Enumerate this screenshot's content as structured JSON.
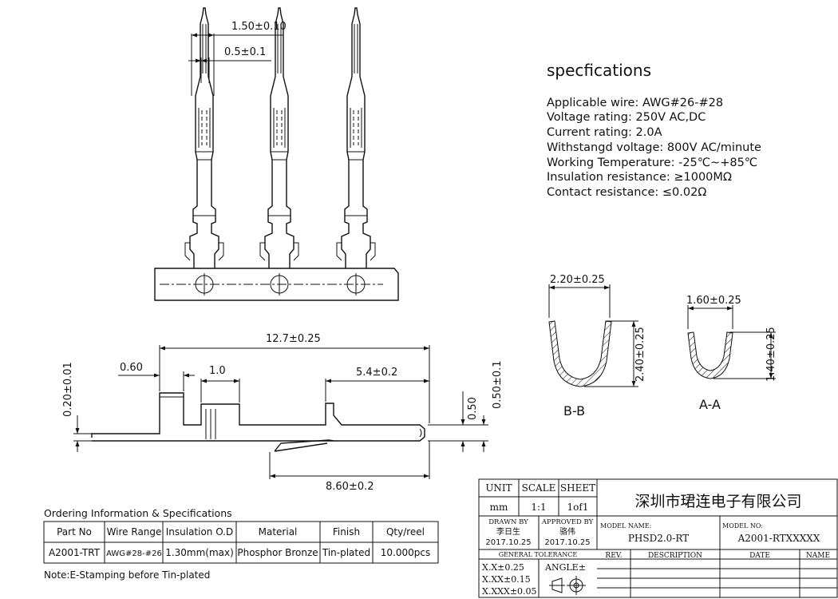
{
  "specs": {
    "title": "specfications",
    "lines": [
      "Applicable wire: AWG#26-#28",
      "Voltage rating: 250V AC,DC",
      "Current rating: 2.0A",
      "Withstangd voltage: 800V AC/minute",
      "Working Temperature: -25℃~+85℃",
      "Insulation resistance: ≥1000MΩ",
      "Contact resistance: ≤0.02Ω"
    ]
  },
  "dims": {
    "top_pitch": "1.50±0.10",
    "top_width": "0.5±0.1",
    "length_total": "12.7±0.25",
    "d060": "0.60",
    "d10": "1.0",
    "d54": "5.4±0.2",
    "d020": "0.20±0.01",
    "d050v": "0.50",
    "d050r": "0.50±0.1",
    "d860": "8.60±0.2",
    "bb_w": "2.20±0.25",
    "bb_h": "2.40±0.25",
    "aa_w": "1.60±0.25",
    "aa_h": "1.40±0.25"
  },
  "sections": {
    "bb": "B-B",
    "aa": "A-A"
  },
  "ordering": {
    "heading": "Ordering Information & Specifications",
    "headers": [
      "Part No",
      "Wire Range",
      "Insulation O.D",
      "Material",
      "Finish",
      "Qty/reel"
    ],
    "row": [
      "A2001-TRT",
      "AWG#28-#26",
      "1.30mm(max)",
      "Phosphor Bronze",
      "Tin-plated",
      "10.000pcs"
    ],
    "note": "Note:E-Stamping before Tin-plated"
  },
  "title_block": {
    "unit_label": "UNIT",
    "scale_label": "SCALE",
    "sheet_label": "SHEET",
    "unit": "mm",
    "scale": "1:1",
    "sheet": "1of1",
    "company": "深圳市珺连电子有限公司",
    "drawn_label": "DRAWN BY",
    "drawn_name": "李日生",
    "drawn_date": "2017.10.25",
    "approved_label": "APPROVED BY",
    "approved_name": "骆伟",
    "approved_date": "2017.10.25",
    "model_name_label": "MODEL NAME:",
    "model_name": "PHSD2.0-RT",
    "model_no_label": "MODEL NO:",
    "model_no": "A2001-RTXXXXX",
    "general_tol": "GENERAL TOLERANCE",
    "tol1": "X.X±0.25",
    "tol2": "X.XX±0.15",
    "tol3": "X.XXX±0.05",
    "angle": "ANGLE±",
    "rev": "REV.",
    "desc": "DESCRIPTION",
    "date": "DATE",
    "name": "NAME"
  }
}
